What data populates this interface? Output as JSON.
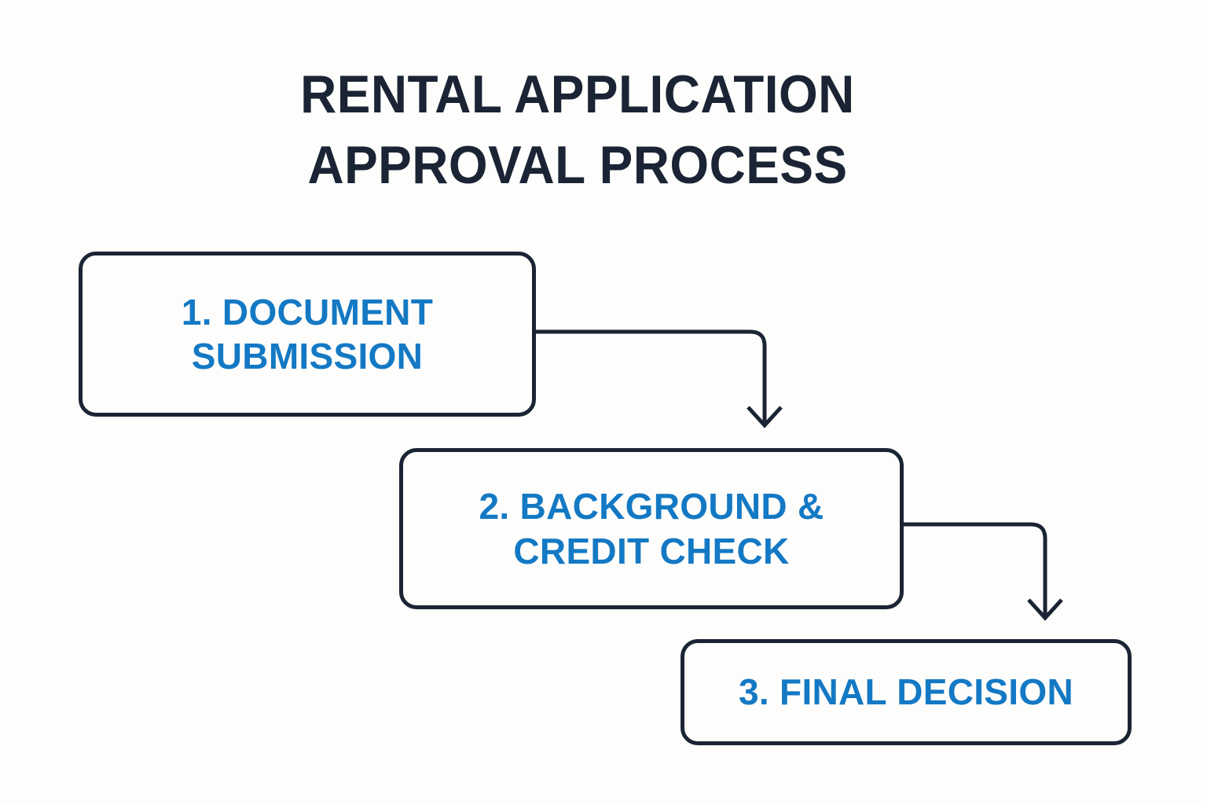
{
  "diagram": {
    "title": "RENTAL APPLICATION\nAPPROVAL PROCESS",
    "title_line_1": "RENTAL APPLICATION",
    "title_line_2": "APPROVAL PROCESS",
    "background_color": "#fdfdfc",
    "accent_color": "#1479c4",
    "outline_color": "#1a2434",
    "type": "flowchart",
    "orientation": "stepped-down left-to-right",
    "steps": [
      {
        "number": "1",
        "label": "1. DOCUMENT\nSUBMISSION",
        "line_1": "1. DOCUMENT",
        "line_2": "SUBMISSION",
        "text_color": "#1479c4"
      },
      {
        "number": "2",
        "label": "2. BACKGROUND &\nCREDIT CHECK",
        "line_1": "2. BACKGROUND &",
        "line_2": "CREDIT CHECK",
        "text_color": "#1479c4"
      },
      {
        "number": "3",
        "label": "3. FINAL DECISION",
        "line_1": "3. FINAL DECISION",
        "line_2": "",
        "text_color": "#1479c4"
      }
    ],
    "connectors": [
      {
        "from": "1. DOCUMENT SUBMISSION",
        "to": "2. BACKGROUND & CREDIT CHECK",
        "shape": "elbow-right-then-down",
        "arrowhead": "down"
      },
      {
        "from": "2. BACKGROUND & CREDIT CHECK",
        "to": "3. FINAL DECISION",
        "shape": "elbow-right-then-down",
        "arrowhead": "down"
      }
    ]
  }
}
